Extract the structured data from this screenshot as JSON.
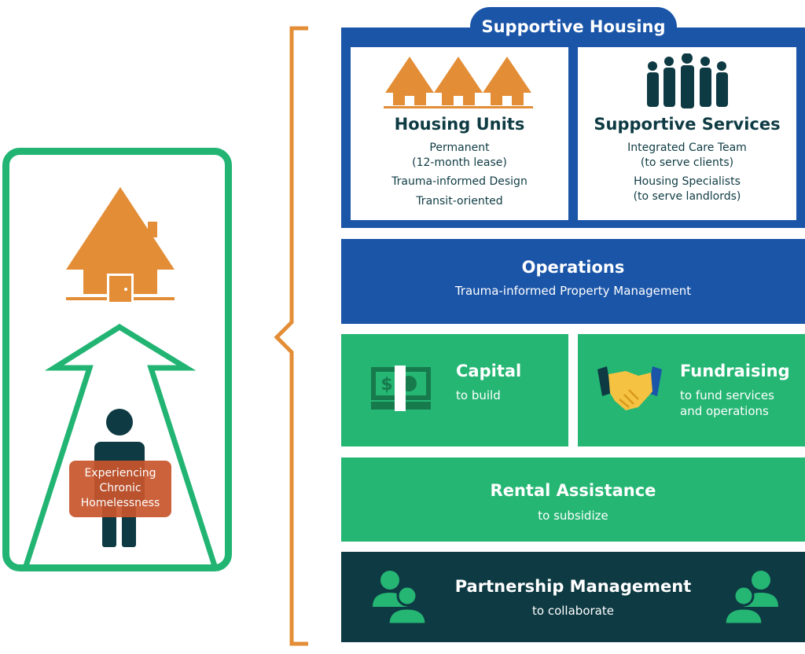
{
  "supportive_housing": {
    "title": "Supportive Housing",
    "housing_units": {
      "heading": "Housing Units",
      "line1": "Permanent",
      "line2": "(12-month lease)",
      "line3": "Trauma-informed Design",
      "line4": "Transit-oriented"
    },
    "supportive_services": {
      "heading": "Supportive Services",
      "line1": "Integrated Care Team",
      "line2": "(to serve clients)",
      "line3": "Housing Specialists",
      "line4": "(to serve landlords)"
    }
  },
  "operations": {
    "heading": "Operations",
    "sub": "Trauma-informed Property Management"
  },
  "capital": {
    "heading": "Capital",
    "sub": "to build"
  },
  "fundraising": {
    "heading": "Fundraising",
    "sub1": "to fund services",
    "sub2": "and operations"
  },
  "rental_assistance": {
    "heading": "Rental Assistance",
    "sub": "to subsidize"
  },
  "partnership": {
    "heading": "Partnership Management",
    "sub": "to collaborate"
  },
  "person_label": {
    "line1": "Experiencing",
    "line2": "Chronic",
    "line3": "Homelessness"
  },
  "colors": {
    "blue": "#1a55a8",
    "green": "#25b674",
    "dark_teal": "#0e3a43",
    "orange": "#e38e37",
    "label_red": "#c8552b"
  },
  "icons": [
    "house-icon",
    "arrow-up-icon",
    "person-icon",
    "houses-icon",
    "people-group-icon",
    "money-icon",
    "handshake-icon",
    "partners-icon"
  ]
}
